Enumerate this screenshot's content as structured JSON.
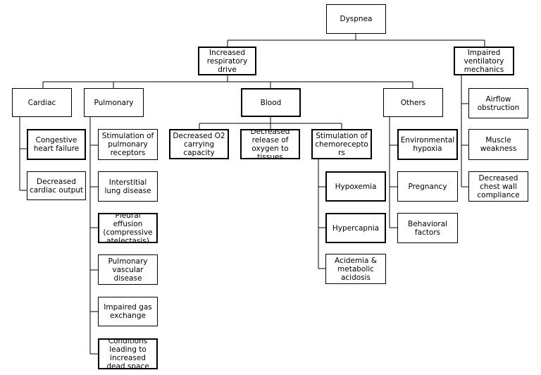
{
  "diagram": {
    "root": "Dyspnea",
    "branches": {
      "increased_drive": "Increased\nrespiratory\ndrive",
      "impaired_mechanics": "Impaired\nventilatory\nmechanics"
    },
    "categories": {
      "cardiac": "Cardiac",
      "pulmonary": "Pulmonary",
      "blood": "Blood",
      "others": "Others"
    },
    "cardiac": {
      "chf": "Congestive\nheart failure",
      "cardiac_output": "Decreased\ncardiac output"
    },
    "pulmonary": {
      "receptors": "Stimulation of\npulmonary\nreceptors",
      "ild": "Interstitial\nlung disease",
      "effusion": "Pleural\neffusion\n(compressive\natelectasis)",
      "vascular": "Pulmonary\nvascular\ndisease",
      "gas_exchange": "Impaired gas\nexchange",
      "dead_space": "Conditions\nleading to\nincreased\ndead space"
    },
    "blood": {
      "o2_capacity": "Decreased O2\ncarrying\ncapacity",
      "o2_release": "Decreased\nrelease of\noxygen to\ntissues",
      "chemoreceptors": "Stimulation of\nchemorecepto\nrs"
    },
    "chemo": {
      "hypoxemia": "Hypoxemia",
      "hypercapnia": "Hypercapnia",
      "acidemia": "Acidemia &\nmetabolic\nacidosis"
    },
    "others": {
      "env_hypoxia": "Environmental\nhypoxia",
      "pregnancy": "Pregnancy",
      "behavioral": "Behavioral\nfactors"
    },
    "mechanics": {
      "airflow": "Airflow\nobstruction",
      "muscle": "Muscle\nweakness",
      "chest_wall": "Decreased\nchest wall\ncompliance"
    }
  }
}
